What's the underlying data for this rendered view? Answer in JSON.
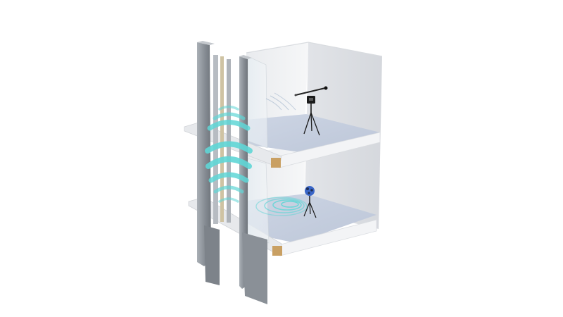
{
  "diagram": {
    "kind": "building-section-flanking-sound-transmission",
    "labels_printed": false,
    "floors": [
      {
        "position": "upper",
        "equipment": "tripod-sound-level-meter",
        "color": "#111111"
      },
      {
        "position": "lower",
        "equipment": "tripod-dodecahedron-speaker",
        "color": "#3a66c8"
      }
    ],
    "sound_paths": [
      {
        "medium": "facade-cavity",
        "direction": "vertical",
        "color": "#5fd6d6"
      },
      {
        "medium": "room-air",
        "direction": "radial",
        "color": "#5fd6d6"
      }
    ],
    "colors": {
      "background": "#ffffff",
      "wall": "#eceef1",
      "floor_slab": "#f4f5f7",
      "floor_surface": "#c9d2e2",
      "mullion": "#8e949b",
      "slab_edge_insulation": "#c9a063",
      "wave": "#5fd6d6"
    }
  }
}
